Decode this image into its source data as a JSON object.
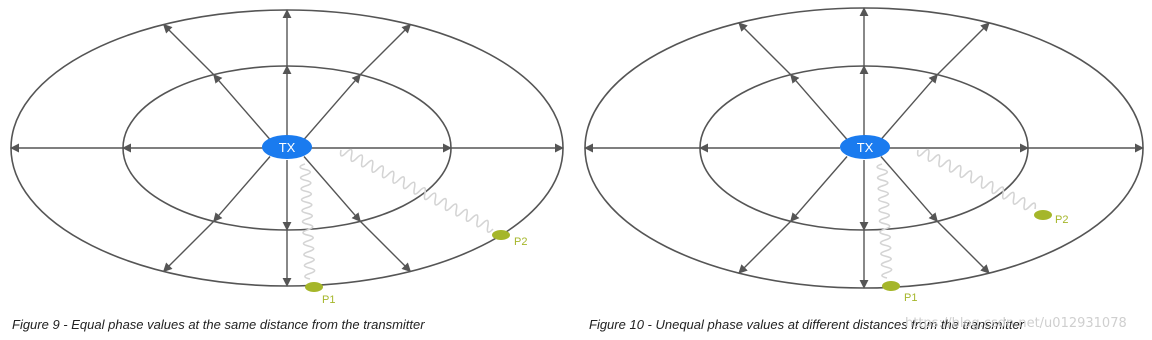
{
  "figures": [
    {
      "id": "figure-9",
      "tx_label": "TX",
      "caption": "Figure 9 - Equal phase values at the same distance from the transmitter",
      "points": [
        {
          "label": "P1",
          "ring": "outer",
          "direction": "down"
        },
        {
          "label": "P2",
          "ring": "outer",
          "direction": "lower-right"
        }
      ]
    },
    {
      "id": "figure-10",
      "tx_label": "TX",
      "caption": "Figure 10 - Unequal phase values at different distances from the transmitter",
      "points": [
        {
          "label": "P1",
          "ring": "outer",
          "direction": "down"
        },
        {
          "label": "P2",
          "ring": "between",
          "direction": "lower-right"
        }
      ]
    }
  ],
  "watermark": "https://blog.csdn.net/u012931078",
  "colors": {
    "tx_fill": "#1a7bef",
    "tx_text": "#ffffff",
    "point_fill": "#a5b62a",
    "point_label": "#a5b62a",
    "line": "#555555",
    "wave": "#d4d4d4"
  }
}
